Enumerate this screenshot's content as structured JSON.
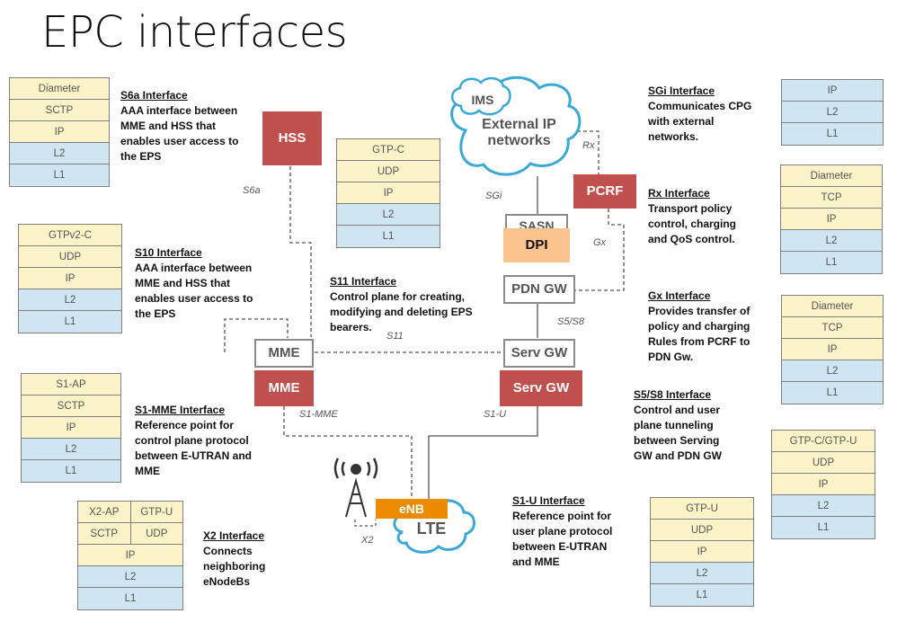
{
  "title": "EPC interfaces",
  "nodes": {
    "hss": "HSS",
    "mme_white": "MME",
    "mme_red": "MME",
    "pcrf": "PCRF",
    "dpi": "DPI",
    "sasn": "SASN",
    "pdn_gw": "PDN GW",
    "serv_gw_white": "Serv GW",
    "serv_gw_red": "Serv GW",
    "enb": "eNB",
    "lte": "LTE",
    "ims": "IMS",
    "external": "External IP networks"
  },
  "links": {
    "s6a": "S6a",
    "s11": "S11",
    "s1_mme": "S1-MME",
    "s1_u": "S1-U",
    "sgi": "SGi",
    "rx": "Rx",
    "gx": "Gx",
    "s5s8": "S5/S8",
    "x2": "X2"
  },
  "stacks": {
    "s6a": [
      "Diameter",
      "SCTP",
      "IP",
      "L2",
      "L1"
    ],
    "s10": [
      "GTPv2-C",
      "UDP",
      "IP",
      "L2",
      "L1"
    ],
    "s1mme": [
      "S1-AP",
      "SCTP",
      "IP",
      "L2",
      "L1"
    ],
    "x2": {
      "r1a": "X2-AP",
      "r1b": "GTP-U",
      "r2a": "SCTP",
      "r2b": "UDP",
      "r3": "IP",
      "r4": "L2",
      "r5": "L1"
    },
    "s11": [
      "GTP-C",
      "UDP",
      "IP",
      "L2",
      "L1"
    ],
    "sgi": [
      "IP",
      "L2",
      "L1"
    ],
    "rx": [
      "Diameter",
      "TCP",
      "IP",
      "L2",
      "L1"
    ],
    "gx": [
      "Diameter",
      "TCP",
      "IP",
      "L2",
      "L1"
    ],
    "s5s8": [
      "GTP-C/GTP-U",
      "UDP",
      "IP",
      "L2",
      "L1"
    ],
    "s1u": [
      "GTP-U",
      "UDP",
      "IP",
      "L2",
      "L1"
    ]
  },
  "descriptions": {
    "s6a": {
      "heading": "S6a Interface",
      "text": "AAA interface between MME and HSS that enables user access to the EPS"
    },
    "s10": {
      "heading": "S10 Interface",
      "text": "AAA interface between MME and HSS that enables user access to the EPS"
    },
    "s11": {
      "heading": "S11 Interface",
      "text": "Control plane for creating, modifying and deleting EPS bearers."
    },
    "s1mme": {
      "heading": "S1-MME Interface",
      "text": "Reference point for control plane protocol between E-UTRAN and MME"
    },
    "x2": {
      "heading": "X2 Interface",
      "text": "Connects neighboring eNodeBs"
    },
    "sgi": {
      "heading": "SGi Interface",
      "text": "Communicates CPG with external networks."
    },
    "rx": {
      "heading": "Rx Interface",
      "text": "Transport policy control, charging and QoS control."
    },
    "gx": {
      "heading": "Gx Interface",
      "text": "Provides transfer of policy and charging Rules from PCRF to PDN Gw."
    },
    "s5s8": {
      "heading": "S5/S8 Interface",
      "text": "Control and user plane tunneling between Serving GW and PDN GW"
    },
    "s1u": {
      "heading": "S1-U Interface",
      "text": "Reference point for user plane protocol between E-UTRAN and MME"
    }
  },
  "colors": {
    "node_red": "#c0504d",
    "dpi_orange": "#fbc38e",
    "enb_orange": "#ed8b00",
    "layer_yellow": "#fcf3c8",
    "layer_blue": "#cfe5f1"
  }
}
